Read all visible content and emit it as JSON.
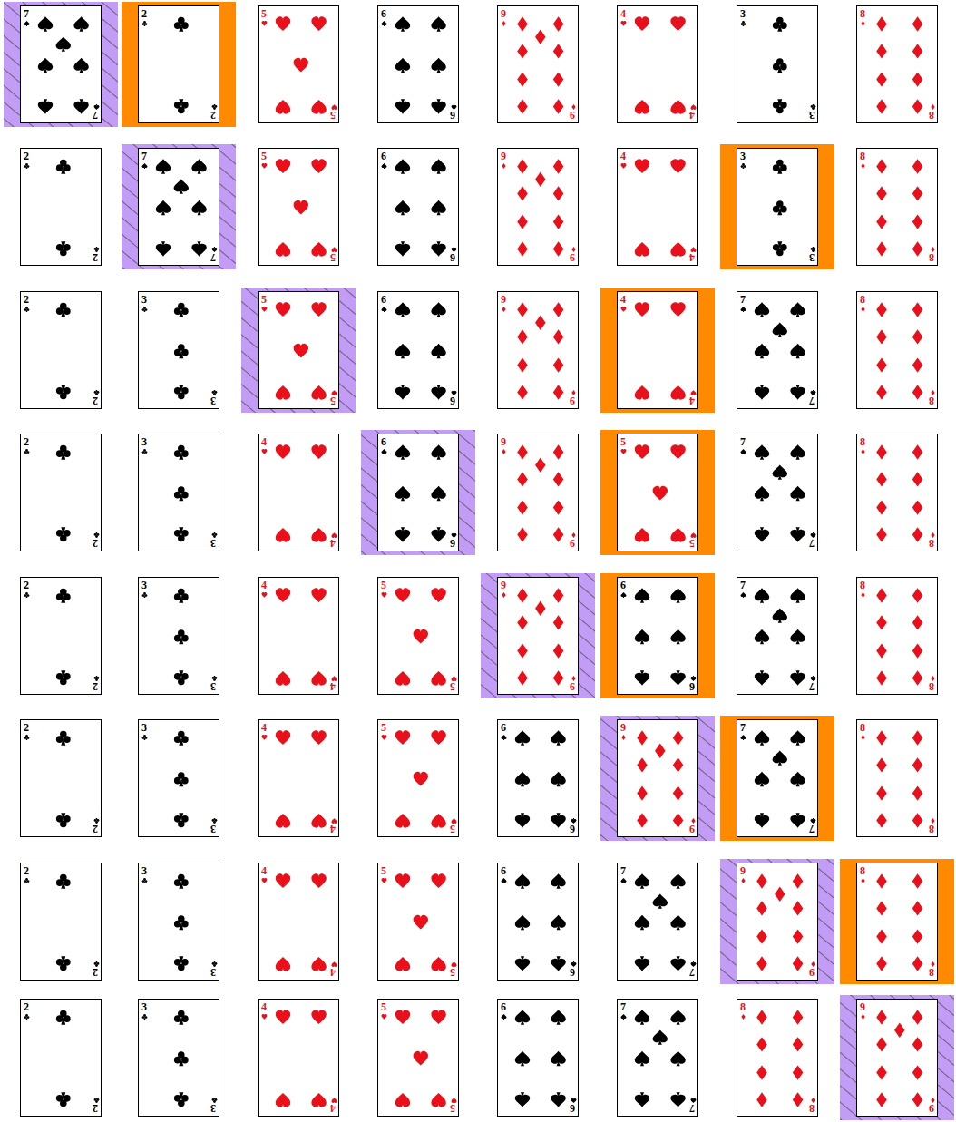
{
  "diagram": {
    "nodes": [
      {
        "text": [
          "7",
          "7"
        ]
      },
      {
        "text": [
          "2",
          "2"
        ]
      },
      {
        "text": [
          "5",
          "5"
        ]
      },
      {
        "text": [
          "6",
          "6"
        ]
      },
      {
        "text": [
          "9",
          "9"
        ]
      },
      {
        "text": [
          "4",
          "4"
        ]
      },
      {
        "text": [
          "3",
          "3"
        ]
      },
      {
        "text": [
          "8",
          "8"
        ]
      },
      {
        "text": [
          "2",
          "2"
        ]
      },
      {
        "text": [
          "7",
          "7"
        ]
      },
      {
        "text": [
          "5",
          "5"
        ]
      },
      {
        "text": [
          "6",
          "6"
        ]
      },
      {
        "text": [
          "9",
          "9"
        ]
      },
      {
        "text": [
          "4",
          "4"
        ]
      },
      {
        "text": [
          "3",
          "3"
        ]
      },
      {
        "text": [
          "8",
          "8"
        ]
      },
      {
        "text": [
          "2",
          "2"
        ]
      },
      {
        "text": [
          "3",
          "3"
        ]
      },
      {
        "text": [
          "5",
          "5"
        ]
      },
      {
        "text": [
          "6",
          "6"
        ]
      },
      {
        "text": [
          "9",
          "9"
        ]
      },
      {
        "text": [
          "4",
          "4"
        ]
      },
      {
        "text": [
          "7",
          "7"
        ]
      },
      {
        "text": [
          "8",
          "8"
        ]
      },
      {
        "text": [
          "2",
          "2"
        ]
      },
      {
        "text": [
          "3",
          "3"
        ]
      },
      {
        "text": [
          "4",
          "4"
        ]
      },
      {
        "text": [
          "6",
          "6"
        ]
      },
      {
        "text": [
          "9",
          "9"
        ]
      },
      {
        "text": [
          "5",
          "5"
        ]
      },
      {
        "text": [
          "7",
          "7"
        ]
      },
      {
        "text": [
          "8",
          "8"
        ]
      },
      {
        "text": [
          "2",
          "2"
        ]
      },
      {
        "text": [
          "3",
          "3"
        ]
      },
      {
        "text": [
          "4",
          "4"
        ]
      },
      {
        "text": [
          "5",
          "5"
        ]
      },
      {
        "text": [
          "9",
          "9"
        ]
      },
      {
        "text": [
          "6",
          "6"
        ]
      },
      {
        "text": [
          "7",
          "7"
        ]
      },
      {
        "text": [
          "8",
          "8"
        ]
      },
      {
        "text": [
          "2",
          "2"
        ]
      },
      {
        "text": [
          "3",
          "3"
        ]
      },
      {
        "text": [
          "4",
          "4"
        ]
      },
      {
        "text": [
          "5",
          "5"
        ]
      },
      {
        "text": [
          "6",
          "6"
        ]
      },
      {
        "text": [
          "9",
          "9"
        ]
      },
      {
        "text": [
          "7",
          "7"
        ]
      },
      {
        "text": [
          "8",
          "8"
        ]
      },
      {
        "text": [
          "2",
          "2"
        ]
      },
      {
        "text": [
          "3",
          "3"
        ]
      },
      {
        "text": [
          "4",
          "4"
        ]
      },
      {
        "text": [
          "5",
          "5"
        ]
      },
      {
        "text": [
          "6",
          "6"
        ]
      },
      {
        "text": [
          "7",
          "7"
        ]
      },
      {
        "text": [
          "9",
          "9"
        ]
      },
      {
        "text": [
          "8",
          "8"
        ]
      },
      {
        "text": [
          "2",
          "2"
        ]
      },
      {
        "text": [
          "3",
          "3"
        ]
      },
      {
        "text": [
          "4",
          "4"
        ]
      },
      {
        "text": [
          "5",
          "5"
        ]
      },
      {
        "text": [
          "6",
          "6"
        ]
      },
      {
        "text": [
          "7",
          "7"
        ]
      },
      {
        "text": [
          "8",
          "8"
        ]
      },
      {
        "text": [
          "9",
          "9"
        ]
      }
    ]
  }
}
